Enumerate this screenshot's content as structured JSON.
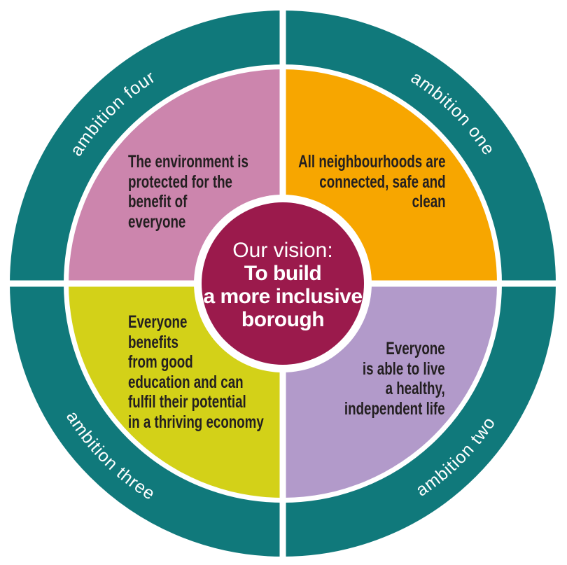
{
  "background_color": "#ffffff",
  "divider_color": "#ffffff",
  "quadrant_text_color": "#231f20",
  "ring": {
    "color": "#10797b",
    "label_color": "#ffffff"
  },
  "vision": {
    "label": "Our vision:",
    "statement": "To build\na more inclusive\nborough",
    "circle_color": "#9b1a4c",
    "border_color": "#ffffff",
    "text_color": "#ffffff"
  },
  "ambitions": [
    {
      "id": "one",
      "ring_label": "ambition one",
      "position": "top-right",
      "color": "#f7a600",
      "statement": "All neighbourhoods are\nconnected, safe and\nclean"
    },
    {
      "id": "two",
      "ring_label": "ambition two",
      "position": "bottom-right",
      "color": "#b29aca",
      "statement": "Everyone\nis able to live\na healthy,\nindependent life"
    },
    {
      "id": "three",
      "ring_label": "ambition three",
      "position": "bottom-left",
      "color": "#d3d118",
      "statement": "Everyone\nbenefits\nfrom good\neducation and can\nfulfil their potential\nin a thriving economy"
    },
    {
      "id": "four",
      "ring_label": "ambition four",
      "position": "top-left",
      "color": "#cc85ad",
      "statement": "The environment is\nprotected for the\nbenefit of\neveryone"
    }
  ]
}
